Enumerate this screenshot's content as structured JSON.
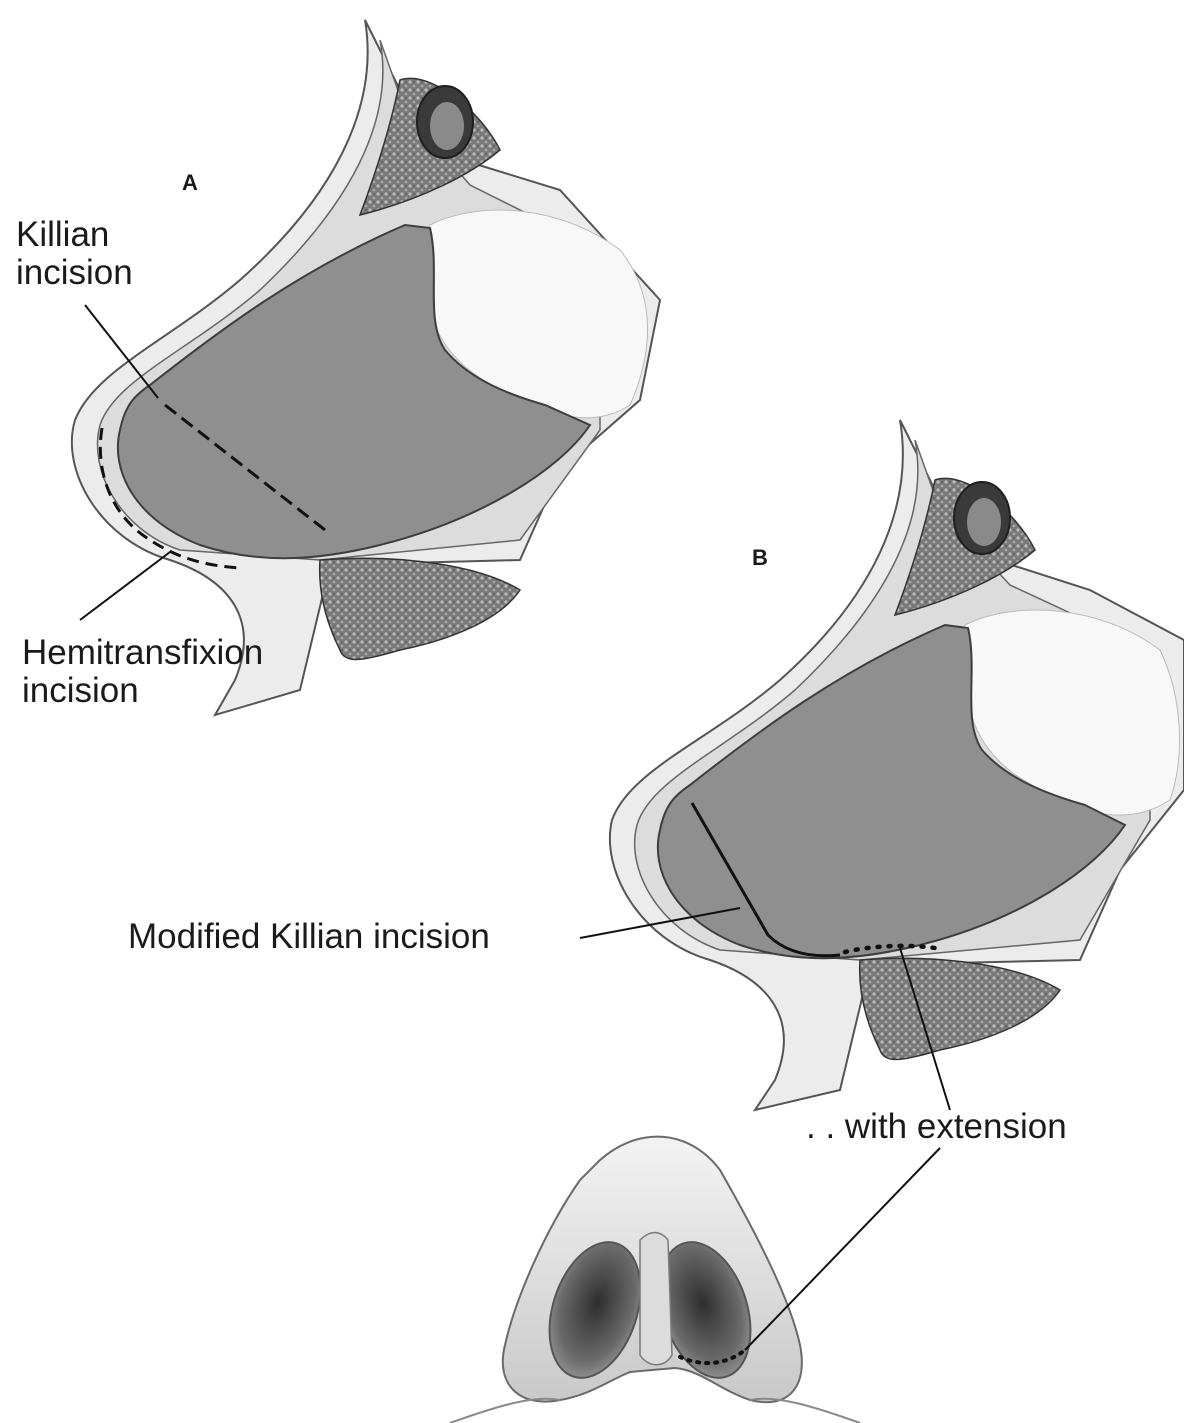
{
  "panels": {
    "a": {
      "letter": "A",
      "killian_line1": "Killian",
      "killian_line2": "incision",
      "hemi_line1": "Hemitransfixion",
      "hemi_line2": "incision"
    },
    "b": {
      "letter": "B",
      "modified_killian": "Modified Killian incision",
      "extension": ". . with extension"
    }
  },
  "colors": {
    "septum": "#8e8e8e",
    "septum_edge": "#4a4a4a",
    "skin": "#e6e6e6",
    "mucosa": "#d7d7d7",
    "bone": "#6c6c6c",
    "line": "#111111"
  }
}
